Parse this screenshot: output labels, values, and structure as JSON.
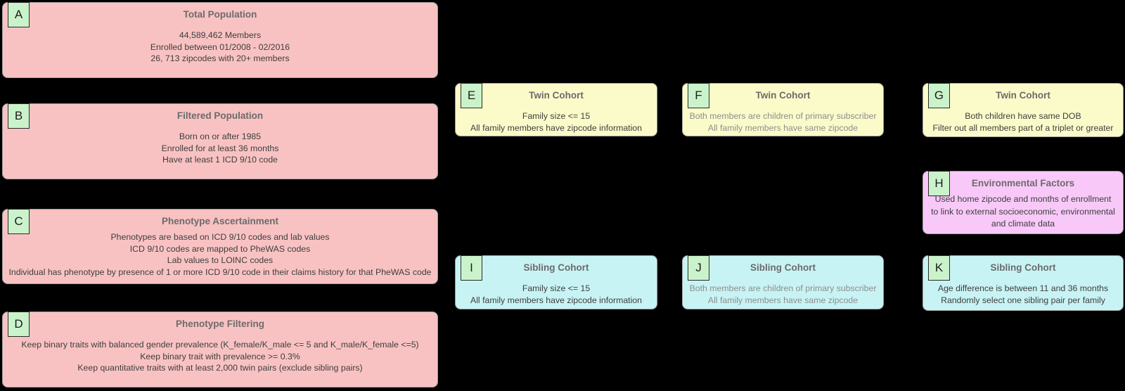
{
  "diagram_title": "Cohort construction flow diagram",
  "palette": {
    "background": "#000000",
    "population_pink": "#f9c2c2",
    "twin_yellow": "#fbfbca",
    "sibling_cyan": "#c8f3f4",
    "environment_magenta": "#f8c9f8",
    "badge_green": "#cbf3cb",
    "title_text": "#6b6b6b",
    "body_text": "#3e3e3e",
    "muted_text": "#8d8d8d"
  },
  "boxes": {
    "A": {
      "badge": "A",
      "title": "Total Population",
      "lines": [
        "44,589,462 Members",
        "Enrolled between 01/2008 - 02/2016",
        "26, 713 zipcodes with 20+ members"
      ]
    },
    "B": {
      "badge": "B",
      "title": "Filtered Population",
      "lines": [
        "Born on or after 1985",
        "Enrolled for at least 36 months",
        "Have at least 1 ICD 9/10 code"
      ]
    },
    "C": {
      "badge": "C",
      "title": "Phenotype Ascertainment",
      "lines": [
        "Phenotypes are based on ICD 9/10 codes and lab values",
        "ICD 9/10 codes are mapped to PheWAS codes",
        "Lab values to LOINC codes",
        "Individual has phenotype by presence of 1 or more ICD 9/10 code in their claims history for that PheWAS code"
      ]
    },
    "D": {
      "badge": "D",
      "title": "Phenotype Filtering",
      "lines": [
        "Keep binary traits with balanced gender prevalence (K_female/K_male <= 5 and K_male/K_female <=5)",
        "Keep binary trait with prevalence >= 0.3%",
        "Keep quantitative traits with at least 2,000 twin pairs (exclude sibling pairs)"
      ]
    },
    "E": {
      "badge": "E",
      "title": "Twin Cohort",
      "lines": [
        "Family size <= 15",
        "All family members have zipcode information"
      ]
    },
    "F": {
      "badge": "F",
      "title": "Twin Cohort",
      "lines": [
        "Both members are children of primary subscriber",
        "All family members have same zipcode"
      ]
    },
    "G": {
      "badge": "G",
      "title": "Twin Cohort",
      "lines": [
        "Both children have same DOB",
        "Filter out all members part of a triplet or greater"
      ]
    },
    "H": {
      "badge": "H",
      "title": "Environmental Factors",
      "lines": [
        "Used home zipcode and months of enrollment to link to external socioeconomic, environmental and climate data"
      ]
    },
    "I": {
      "badge": "I",
      "title": "Sibling Cohort",
      "lines": [
        "Family size <= 15",
        "All family members have zipcode information"
      ]
    },
    "J": {
      "badge": "J",
      "title": "Sibling Cohort",
      "lines": [
        "Both members are children of primary subscriber",
        "All family members have same zipcode"
      ]
    },
    "K": {
      "badge": "K",
      "title": "Sibling Cohort",
      "lines": [
        "Age difference is between 11 and 36 months",
        "Randomly select one sibling pair per family"
      ]
    }
  }
}
